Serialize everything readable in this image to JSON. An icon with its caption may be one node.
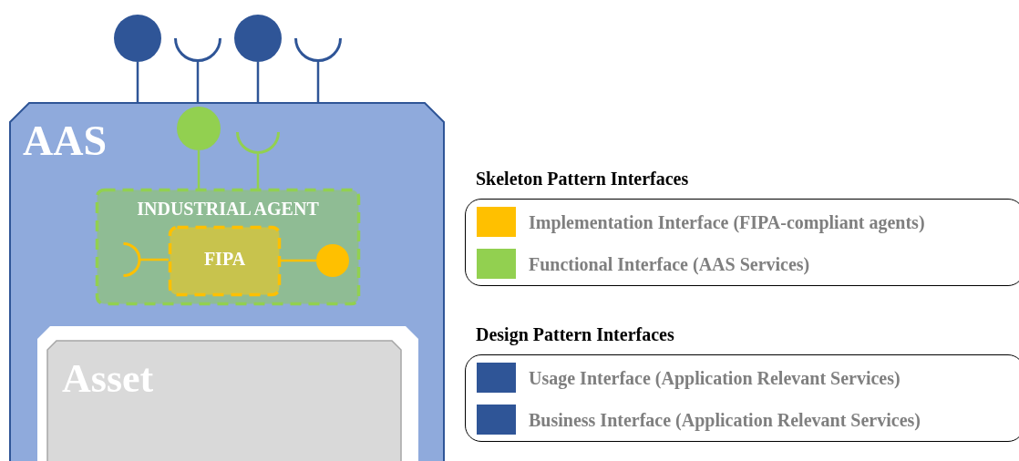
{
  "diagram": {
    "nodes": [
      {
        "text": [
          "AAS"
        ]
      },
      {
        "text": [
          "INDUSTRIAL AGENT"
        ],
        "in": 0
      },
      {
        "text": [
          "FIPA"
        ],
        "in": 1
      },
      {
        "text": [
          "Asset"
        ],
        "in": 0
      },
      {
        "text": [],
        "shape": "circle"
      },
      {
        "text": [],
        "shape": "arc"
      },
      {
        "text": [],
        "shape": "circle"
      },
      {
        "text": [],
        "shape": "arc"
      },
      {
        "text": [],
        "shape": "circle",
        "in": 0
      },
      {
        "text": [],
        "shape": "arc",
        "in": 0
      },
      {
        "text": [],
        "shape": "arc",
        "in": 1
      },
      {
        "text": [],
        "shape": "circle",
        "in": 1
      }
    ],
    "edges": [
      {
        "from": 4,
        "to": 0,
        "arrow": "none"
      },
      {
        "from": 5,
        "to": 0,
        "arrow": "none"
      },
      {
        "from": 6,
        "to": 0,
        "arrow": "none"
      },
      {
        "from": 7,
        "to": 0,
        "arrow": "none"
      },
      {
        "from": 8,
        "to": 1,
        "arrow": "none",
        "color": "#92d050"
      },
      {
        "from": 9,
        "to": 1,
        "arrow": "none",
        "color": "#92d050"
      },
      {
        "from": 10,
        "to": 2,
        "arrow": "none",
        "color": "#ffc000"
      },
      {
        "from": 2,
        "to": 11,
        "arrow": "none",
        "color": "#ffc000"
      }
    ],
    "labels": [
      "Skeleton Pattern Interfaces",
      "Design Pattern Interfaces"
    ],
    "legend": [
      {
        "text": "Implementation Interface (FIPA-compliant agents)",
        "color": "#ffc000"
      },
      {
        "text": "Functional Interface (AAS Services)",
        "color": "#92d050"
      },
      {
        "text": "Usage Interface (Application Relevant Services)",
        "color": "#2f5597"
      },
      {
        "text": "Business Interface (Application Relevant Services)",
        "color": "#2f5597"
      }
    ]
  }
}
